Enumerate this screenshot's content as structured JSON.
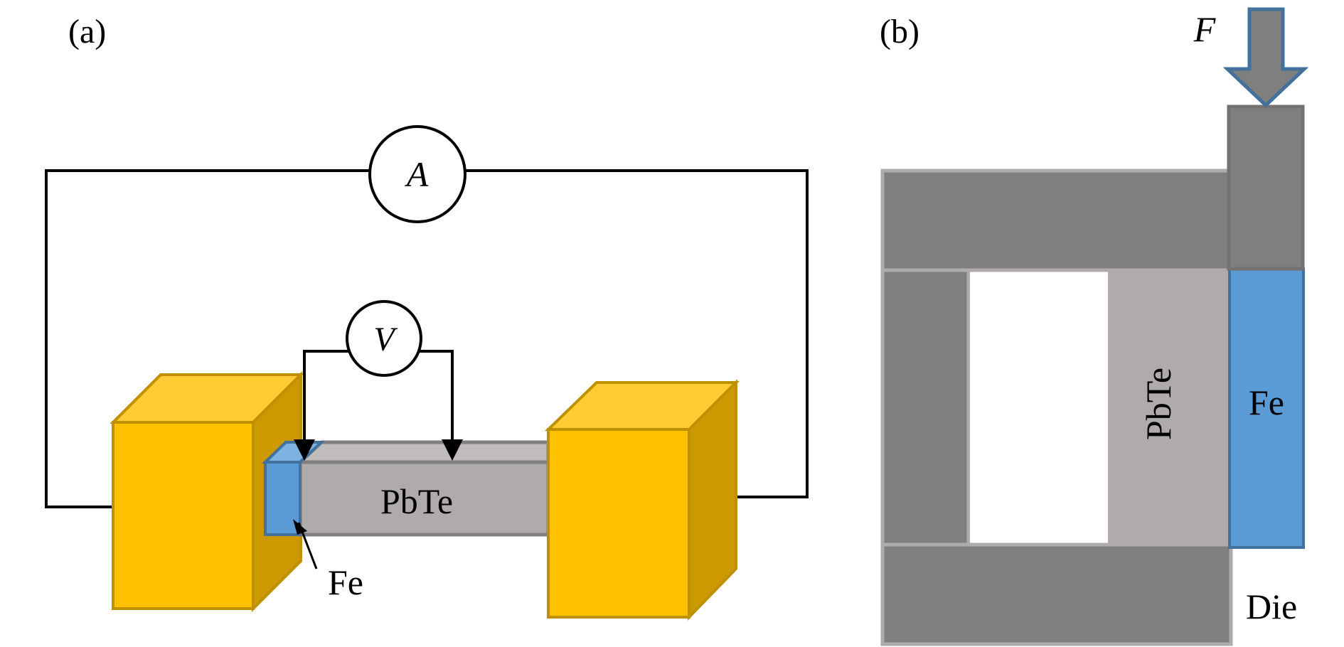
{
  "panel_a": {
    "label": "(a)",
    "ammeter_symbol": "A",
    "voltmeter_symbol": "V",
    "bar_label": "PbTe",
    "fe_label": "Fe"
  },
  "panel_b": {
    "label": "(b)",
    "force_label": "F",
    "pbte_label": "PbTe",
    "fe_label": "Fe",
    "die_label": "Die"
  },
  "colors": {
    "gold_front": "#FFC000",
    "gold_top": "#FFCC33",
    "gold_side": "#CC9900",
    "gold_stroke": "#BF9000",
    "fe_blue": "#5B9BD5",
    "fe_top": "#7FB2E0",
    "fe_stroke": "#41719C",
    "pbte_front": "#AFABAB",
    "pbte_top": "#BFBCBB",
    "pbte_stroke": "#7F7F7F",
    "die_fill": "#7F7F7F",
    "die_stroke": "#AFABAB",
    "punch_stroke": "#767171",
    "arrow_stroke": "#41719C"
  }
}
